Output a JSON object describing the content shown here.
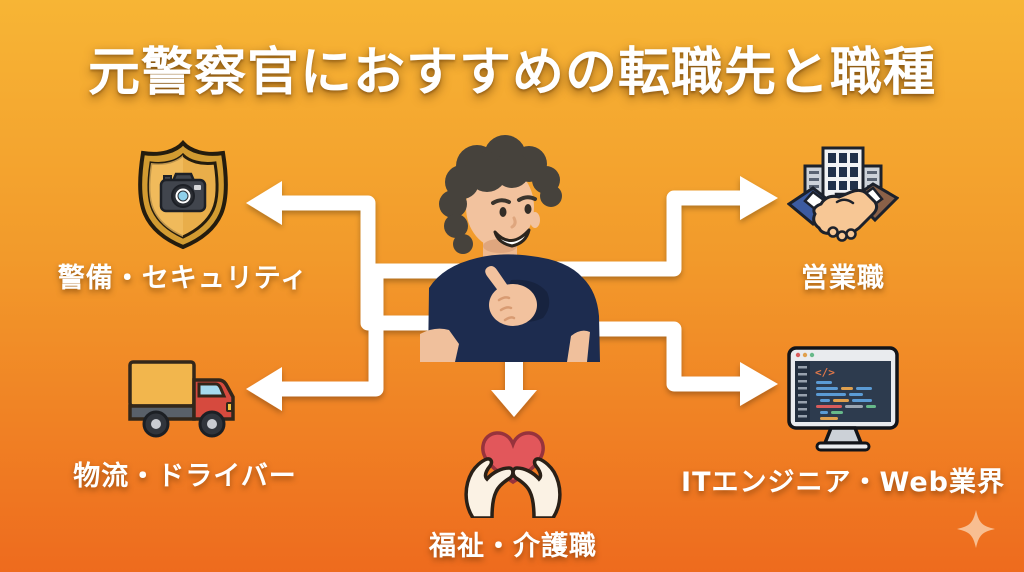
{
  "title": "元警察官におすすめの転職先と職種",
  "center_figure": {
    "description": "pointing-man-illustration"
  },
  "items": [
    {
      "id": "security",
      "label": "警備・セキュリティ",
      "icon": "shield-camera-icon",
      "position": "top-left"
    },
    {
      "id": "sales",
      "label": "営業職",
      "icon": "handshake-building-icon",
      "position": "top-right"
    },
    {
      "id": "logistics",
      "label": "物流・ドライバー",
      "icon": "delivery-truck-icon",
      "position": "bottom-left"
    },
    {
      "id": "welfare",
      "label": "福祉・介護職",
      "icon": "hands-holding-heart-icon",
      "position": "bottom-center"
    },
    {
      "id": "it",
      "label": "ITエンジニア・Web業界",
      "icon": "code-monitor-icon",
      "icon_glyph": "</>",
      "position": "bottom-right"
    }
  ],
  "decorations": {
    "sparkle": "sparkle-icon"
  },
  "colors": {
    "background_top": "#f7b535",
    "background_bottom": "#ee6b1e",
    "arrow": "#ffffff",
    "text": "#ffffff",
    "shirt_navy": "#1d2c4f",
    "heart_red": "#e2575b",
    "truck_red": "#d64a3e",
    "cargo_amber": "#f2b64d",
    "shield_gold": "#e9ae4a"
  }
}
